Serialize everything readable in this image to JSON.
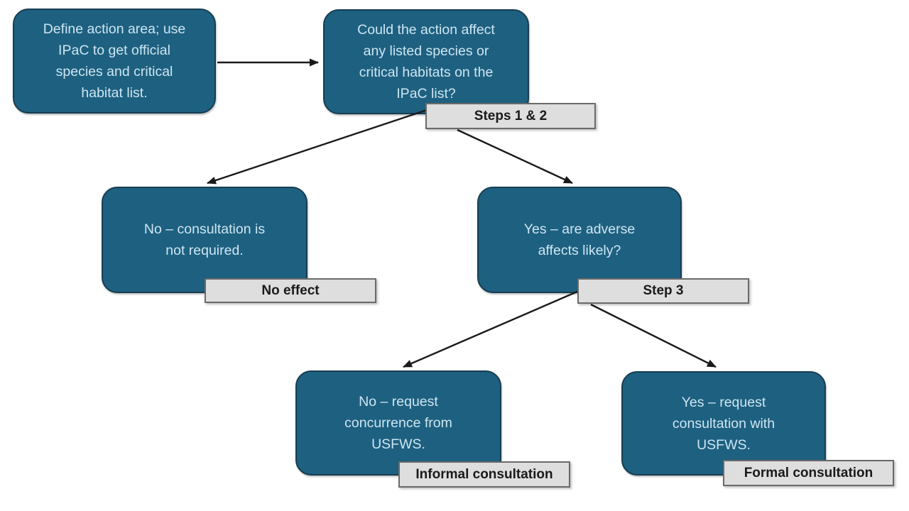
{
  "flow": {
    "nodes": [
      {
        "id": "define-action-area",
        "text": "Define action area; use IPaC to get official species and critical habitat list.",
        "lines": [
          "Define action area; use",
          "IPaC to get official",
          "species and critical",
          "habitat list."
        ]
      },
      {
        "id": "species-question",
        "text": "Could the action affect any listed species or critical habitats on the IPaC list?",
        "lines": [
          "Could the action affect",
          "any listed species or",
          "critical habitats on the",
          "IPaC list?"
        ],
        "tag": "Steps 1 & 2"
      },
      {
        "id": "no-effect",
        "text": "No – consultation is not required.",
        "lines": [
          "No – consultation is",
          "not required."
        ],
        "tag": "No effect"
      },
      {
        "id": "adverse-effects-question",
        "text": "Yes – are adverse affects likely?",
        "lines": [
          "Yes – are adverse",
          "affects likely?"
        ],
        "tag": "Step 3"
      },
      {
        "id": "informal-consultation",
        "text": "No – request concurrence from USFWS.",
        "lines": [
          "No – request",
          "concurrence from",
          "USFWS."
        ],
        "tag": "Informal consultation"
      },
      {
        "id": "formal-consultation",
        "text": "Yes – request consultation with USFWS.",
        "lines": [
          "Yes – request",
          "consultation with",
          "USFWS."
        ],
        "tag": "Formal consultation"
      }
    ],
    "edges": [
      {
        "from": "define-action-area",
        "to": "species-question"
      },
      {
        "from": "species-question",
        "to": "no-effect"
      },
      {
        "from": "species-question",
        "to": "adverse-effects-question"
      },
      {
        "from": "adverse-effects-question",
        "to": "informal-consultation"
      },
      {
        "from": "adverse-effects-question",
        "to": "formal-consultation"
      }
    ],
    "colors": {
      "background": "#FFFFFF",
      "node_fill": "#1E6080",
      "node_border": "#173D52",
      "node_text": "#CDE6F2",
      "tag_fill": "#DEDEDE",
      "tag_border": "#6A6A6A",
      "tag_text": "#1A1A1A",
      "arrow": "#1A1A1A"
    }
  }
}
